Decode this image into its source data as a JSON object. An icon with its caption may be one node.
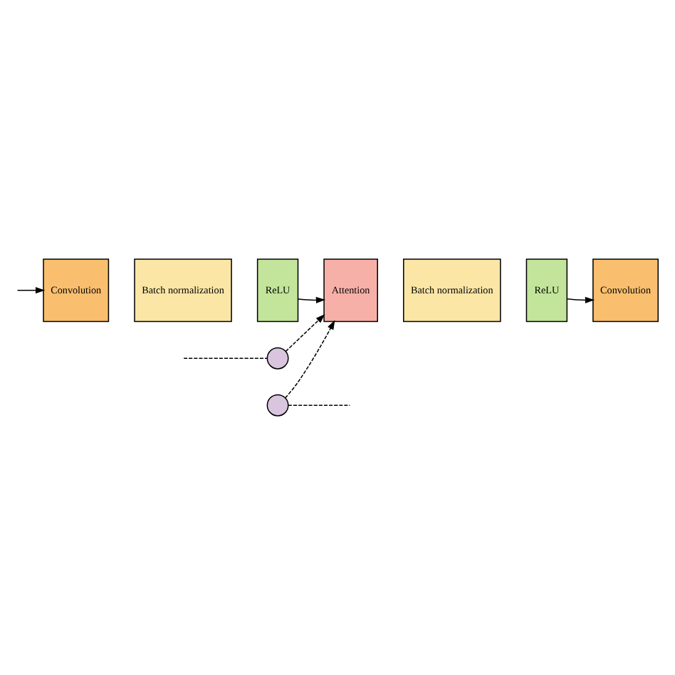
{
  "diagram": {
    "nodes": [
      {
        "text": [],
        "shape": "circle"
      },
      {
        "text": [],
        "shape": "circle"
      },
      {
        "text": [
          "Convolution"
        ]
      },
      {
        "text": [
          "Batch normalization"
        ]
      },
      {
        "text": [
          "ReLU"
        ]
      },
      {
        "text": [
          "Attention"
        ]
      },
      {
        "text": [
          "Batch normalization"
        ]
      },
      {
        "text": [
          "ReLU"
        ]
      },
      {
        "text": [
          "Convolution"
        ]
      }
    ],
    "edges": [
      {
        "from": null,
        "to": 2,
        "arrow": "to"
      },
      {
        "from": 4,
        "to": 5,
        "arrow": "to"
      },
      {
        "from": 7,
        "to": 8,
        "arrow": "to"
      },
      {
        "from": 0,
        "to": 5,
        "arrow": "to",
        "style": "dashed"
      },
      {
        "from": 1,
        "to": 5,
        "arrow": "to",
        "style": "dashed"
      },
      {
        "from": null,
        "to": 0,
        "arrow": "none",
        "style": "dashed"
      },
      {
        "from": 1,
        "to": null,
        "arrow": "none",
        "style": "dashed"
      }
    ]
  }
}
